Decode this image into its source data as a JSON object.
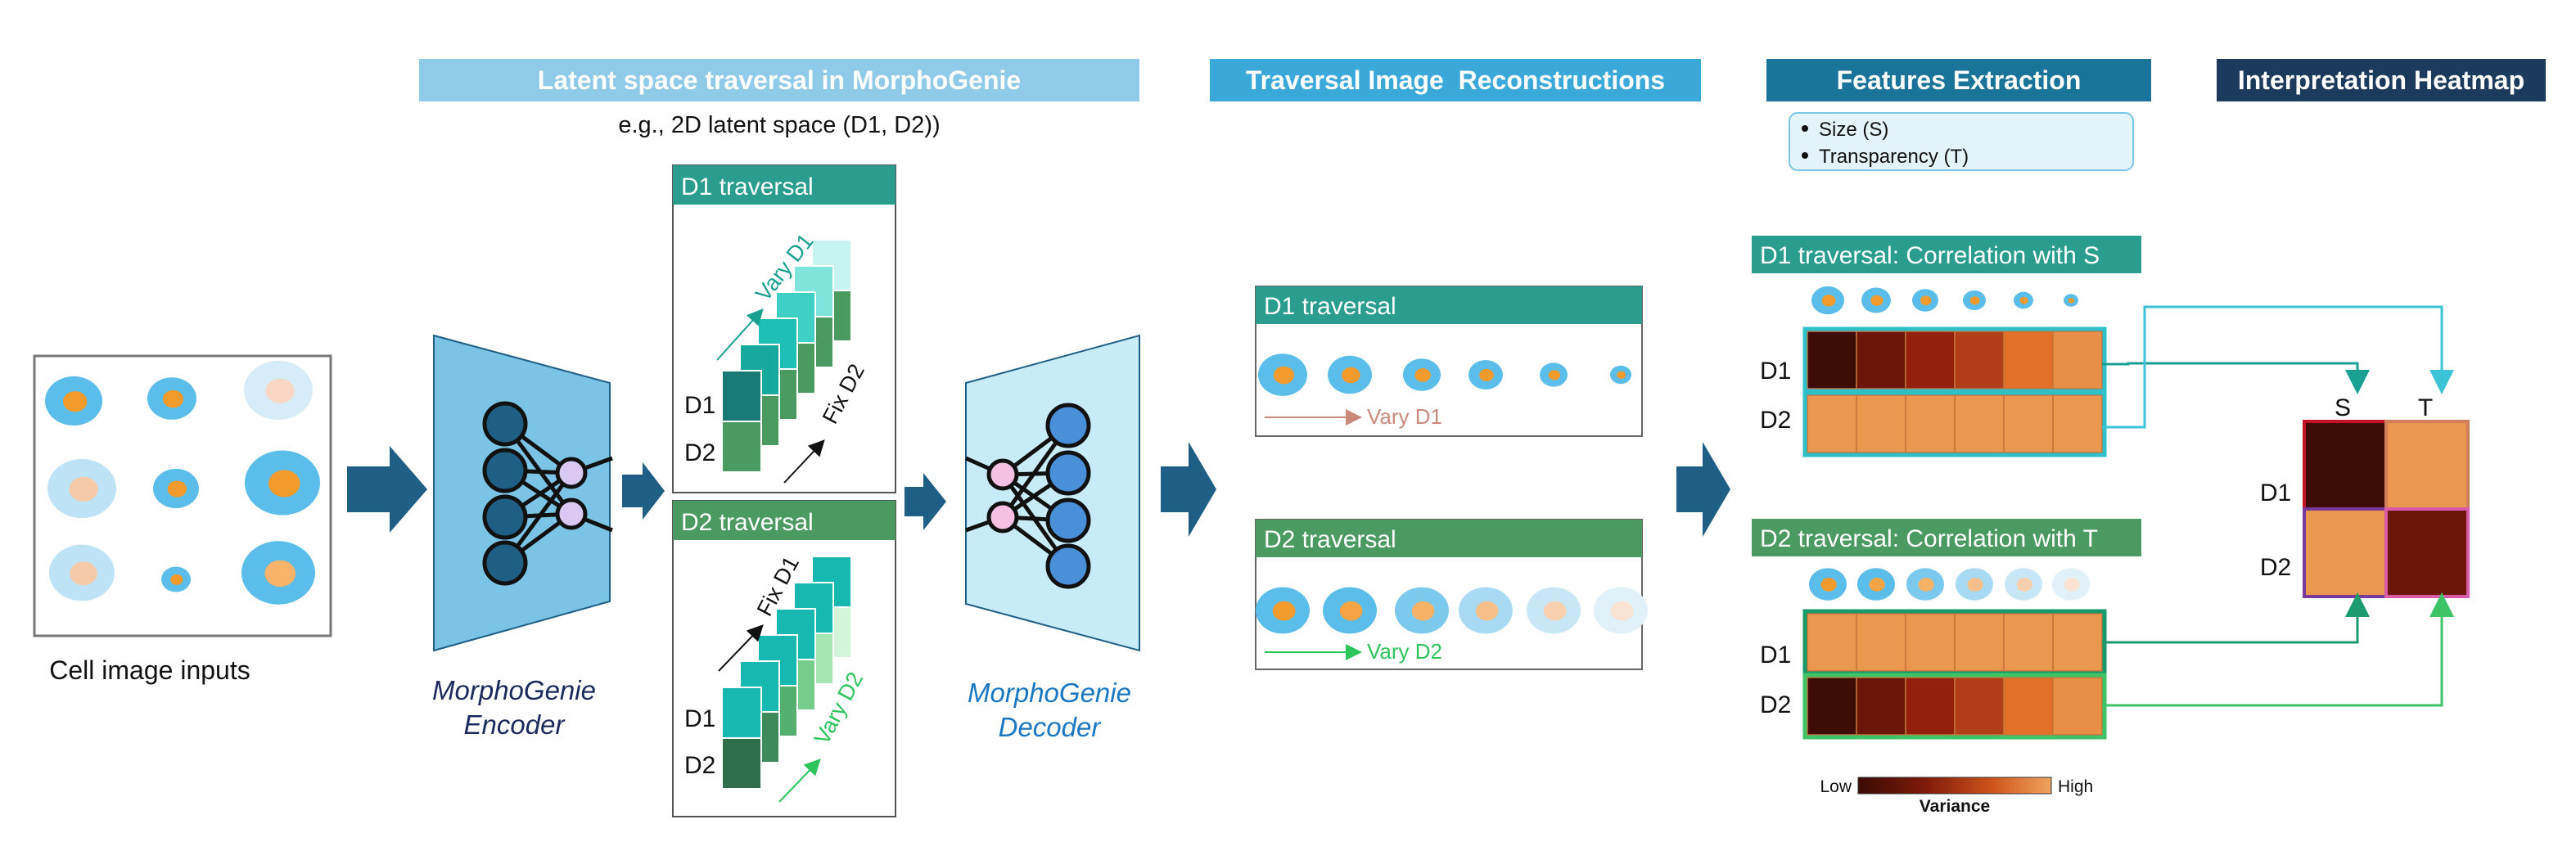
{
  "inputs": {
    "caption": "Cell image inputs"
  },
  "encoder": {
    "line1": "MorphoGenie",
    "line2": "Encoder"
  },
  "decoder": {
    "line1": "MorphoGenie",
    "line2": "Decoder"
  },
  "latent": {
    "banner": "Latent space traversal in MorphoGenie",
    "subtitle": "e.g., 2D latent space (D1, D2))",
    "d1_panel": {
      "header": "D1 traversal",
      "vary": "Vary D1",
      "fix": "Fix D2",
      "dim1": "D1",
      "dim2": "D2"
    },
    "d2_panel": {
      "header": "D2 traversal",
      "vary": "Vary D2",
      "fix": "Fix D1",
      "dim1": "D1",
      "dim2": "D2"
    }
  },
  "reconstructions": {
    "banner": "Traversal Image  Reconstructions",
    "d1": {
      "header": "D1 traversal",
      "arrow_label": "Vary D1"
    },
    "d2": {
      "header": "D2 traversal",
      "arrow_label": "Vary D2"
    }
  },
  "features": {
    "banner": "Features Extraction",
    "items": [
      "Size (S)",
      "Transparency (T)"
    ],
    "d1_corr": {
      "header": "D1 traversal: Correlation with S",
      "row1": "D1",
      "row2": "D2"
    },
    "d2_corr": {
      "header": "D2 traversal: Correlation with T",
      "row1": "D1",
      "row2": "D2"
    },
    "colorbar": {
      "low": "Low",
      "high": "High",
      "label": "Variance"
    }
  },
  "heatmap": {
    "banner": "Interpretation Heatmap",
    "cols": [
      "S",
      "T"
    ],
    "rows": [
      "D1",
      "D2"
    ],
    "values": [
      [
        1.0,
        0.1
      ],
      [
        0.1,
        0.85
      ]
    ]
  },
  "colors": {
    "teal": "#2a9d8f",
    "green": "#4a9a62",
    "dark_navy": "#1b3a5c",
    "arrow_blue": "#1f5f85",
    "light_blue_banner": "#8fcbe8",
    "banner_blue": "#3aa9da",
    "features_banner": "#1a7499"
  },
  "variance_rows": {
    "d1_corr": [
      [
        1.0,
        0.85,
        0.7,
        0.55,
        0.3,
        0.15
      ],
      [
        0.1,
        0.1,
        0.1,
        0.1,
        0.1,
        0.1
      ]
    ],
    "d2_corr": [
      [
        0.1,
        0.1,
        0.1,
        0.1,
        0.1,
        0.1
      ],
      [
        1.0,
        0.85,
        0.7,
        0.55,
        0.3,
        0.15
      ]
    ]
  }
}
